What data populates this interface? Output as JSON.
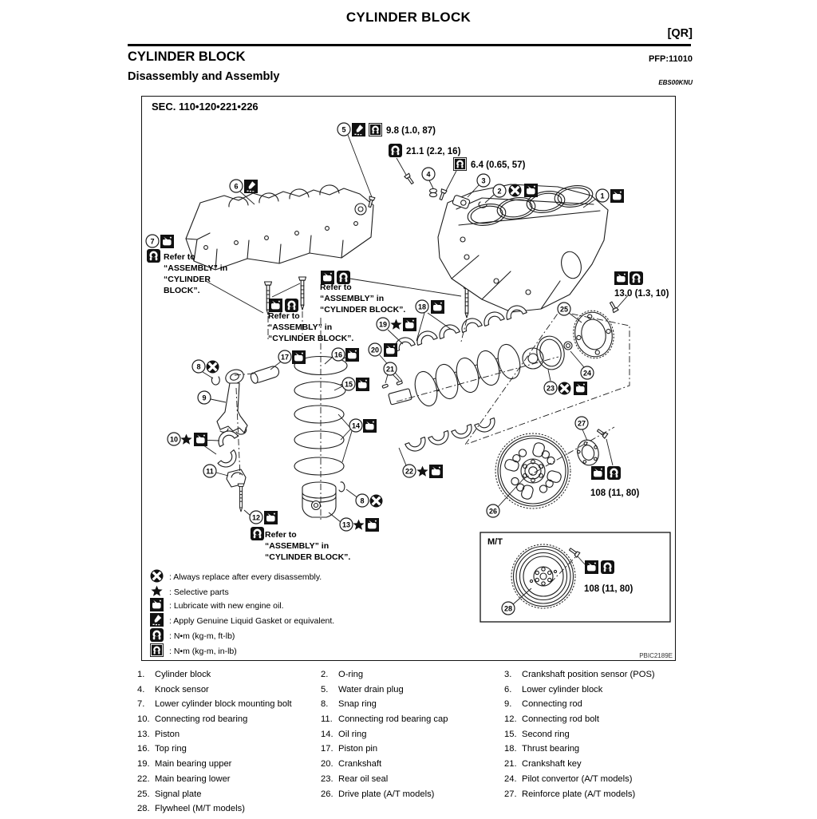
{
  "page": {
    "header_title": "CYLINDER BLOCK",
    "qr_tag": "[QR]",
    "section_title": "CYLINDER BLOCK",
    "pfp_code": "PFP:11010",
    "subsection_title": "Disassembly and Assembly",
    "doc_code": "EBS00KNU"
  },
  "diagram": {
    "sec_label": "SEC. 110•120•221•226",
    "figure_code": "PBIC2189E",
    "mt_label": "M/T",
    "torques": {
      "t98": "9.8 (1.0, 87)",
      "t211": "21.1 (2.2, 16)",
      "t64": "6.4 (0.65, 57)",
      "t130": "13.0 (1.3, 10)",
      "t108at": "108 (11, 80)",
      "t108mt": "108 (11, 80)"
    },
    "notes": {
      "n7": [
        "Refer to",
        "“ASSEMBLY” in",
        "“CYLINDER",
        "BLOCK”."
      ],
      "nb": [
        "Refer to",
        "“ASSEMBLY” in",
        "“CYLINDER BLOCK”."
      ],
      "nc": [
        "Refer to",
        "“ASSEMBLY” in",
        "“CYLINDER BLOCK”."
      ],
      "nd": [
        "Refer to",
        "“ASSEMBLY” in",
        "“CYLINDER BLOCK”."
      ]
    },
    "star": "★",
    "nums": {
      "n1": "1",
      "n2": "2",
      "n3": "3",
      "n4": "4",
      "n5": "5",
      "n6": "6",
      "n7": "7",
      "n8": "8",
      "n9": "9",
      "n10": "10",
      "n11": "11",
      "n12": "12",
      "n13": "13",
      "n14": "14",
      "n15": "15",
      "n16": "16",
      "n17": "17",
      "n18": "18",
      "n19": "19",
      "n20": "20",
      "n21": "21",
      "n22": "22",
      "n23": "23",
      "n24": "24",
      "n25": "25",
      "n26": "26",
      "n27": "27",
      "n28": "28"
    }
  },
  "legend": {
    "items": [
      {
        "icon": "replace-icon",
        "text": ": Always replace after every disassembly."
      },
      {
        "icon": "star-icon",
        "text": ": Selective parts"
      },
      {
        "icon": "oil-icon",
        "text": ": Lubricate with new engine oil."
      },
      {
        "icon": "gasket-icon",
        "text": ": Apply Genuine Liquid Gasket or equivalent."
      },
      {
        "icon": "wrench-ftlb-icon",
        "text": ": N•m (kg-m, ft-lb)"
      },
      {
        "icon": "wrench-inlb-icon",
        "text": ": N•m (kg-m, in-lb)"
      }
    ]
  },
  "parts": {
    "items": [
      {
        "num": "1.",
        "label": "Cylinder block"
      },
      {
        "num": "2.",
        "label": "O-ring"
      },
      {
        "num": "3.",
        "label": "Crankshaft position sensor (POS)"
      },
      {
        "num": "4.",
        "label": "Knock sensor"
      },
      {
        "num": "5.",
        "label": "Water drain plug"
      },
      {
        "num": "6.",
        "label": "Lower cylinder block"
      },
      {
        "num": "7.",
        "label": "Lower cylinder block mounting bolt"
      },
      {
        "num": "8.",
        "label": "Snap ring"
      },
      {
        "num": "9.",
        "label": "Connecting rod"
      },
      {
        "num": "10.",
        "label": "Connecting rod bearing"
      },
      {
        "num": "11.",
        "label": "Connecting rod bearing cap"
      },
      {
        "num": "12.",
        "label": "Connecting rod bolt"
      },
      {
        "num": "13.",
        "label": "Piston"
      },
      {
        "num": "14.",
        "label": "Oil ring"
      },
      {
        "num": "15.",
        "label": "Second ring"
      },
      {
        "num": "16.",
        "label": "Top ring"
      },
      {
        "num": "17.",
        "label": "Piston pin"
      },
      {
        "num": "18.",
        "label": "Thrust bearing"
      },
      {
        "num": "19.",
        "label": "Main bearing upper"
      },
      {
        "num": "20.",
        "label": "Crankshaft"
      },
      {
        "num": "21.",
        "label": "Crankshaft key"
      },
      {
        "num": "22.",
        "label": "Main bearing lower"
      },
      {
        "num": "23.",
        "label": "Rear oil seal"
      },
      {
        "num": "24.",
        "label": "Pilot convertor (A/T models)"
      },
      {
        "num": "25.",
        "label": "Signal plate"
      },
      {
        "num": "26.",
        "label": "Drive plate (A/T models)"
      },
      {
        "num": "27.",
        "label": "Reinforce plate (A/T models)"
      },
      {
        "num": "28.",
        "label": "Flywheel (M/T models)"
      }
    ]
  }
}
